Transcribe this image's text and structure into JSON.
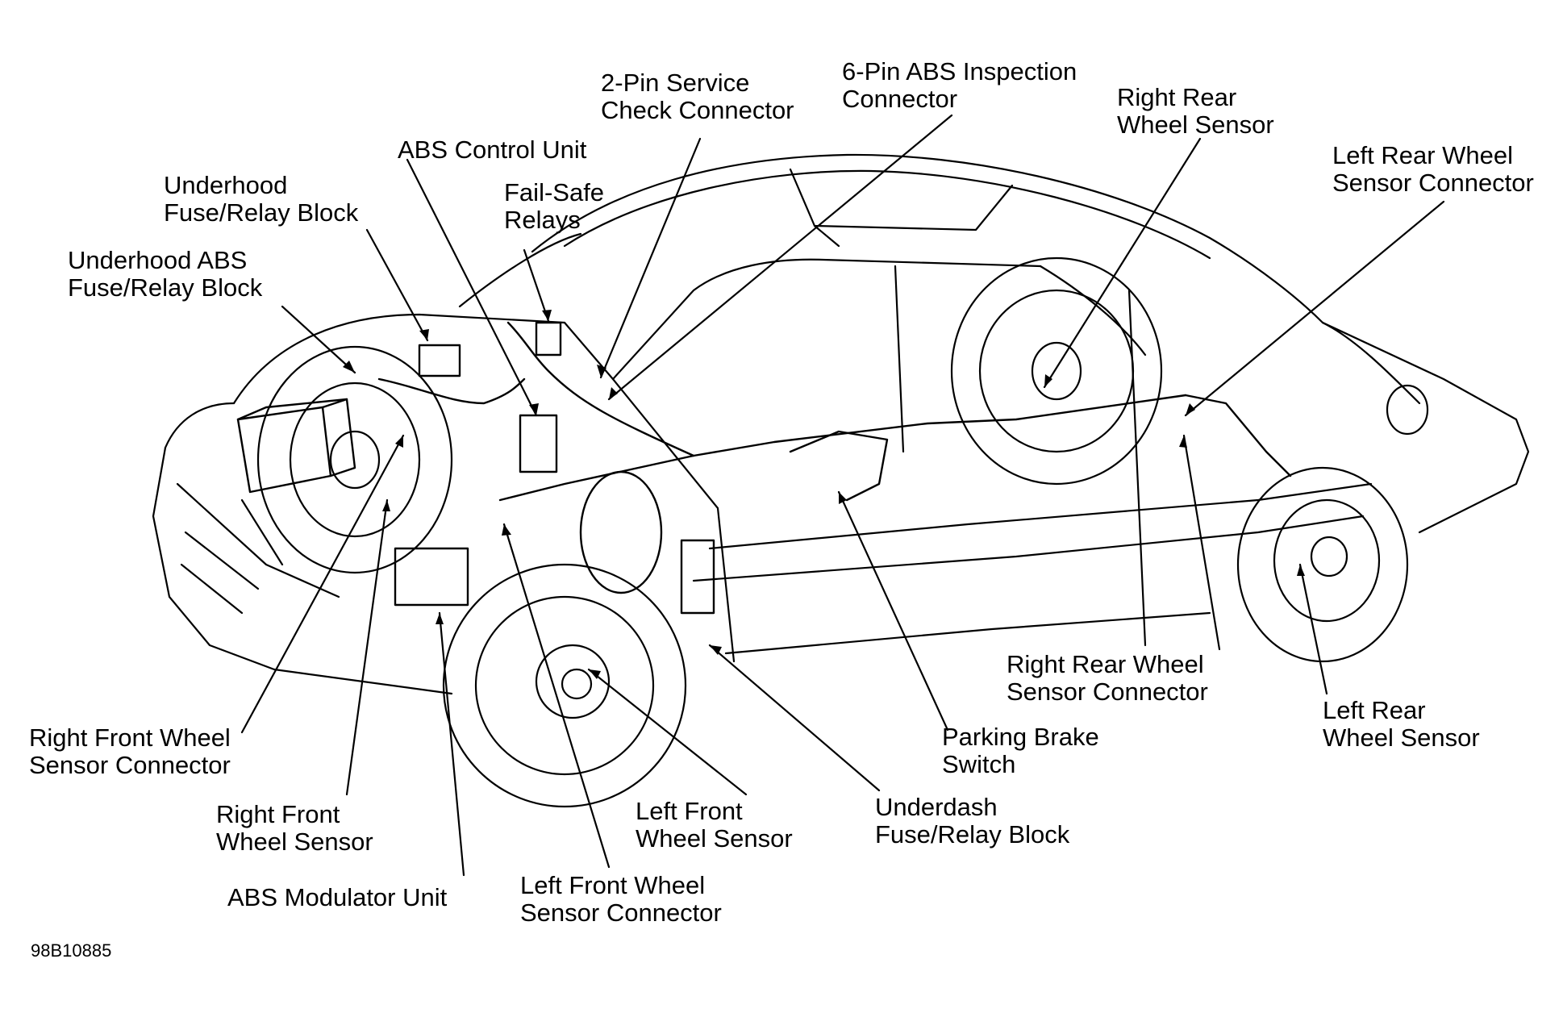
{
  "labels": {
    "two_pin": "2-Pin Service\nCheck Connector",
    "six_pin": "6-Pin ABS Inspection\nConnector",
    "right_rear_sensor": "Right Rear\nWheel Sensor",
    "left_rear_connector": "Left Rear Wheel\nSensor Connector",
    "abs_control": "ABS Control Unit",
    "underhood_fuse": "Underhood\nFuse/Relay Block",
    "fail_safe": "Fail-Safe\nRelays",
    "underhood_abs_fuse": "Underhood ABS\nFuse/Relay Block",
    "right_front_connector": "Right Front Wheel\nSensor Connector",
    "right_front_sensor": "Right Front\nWheel Sensor",
    "abs_modulator": "ABS Modulator Unit",
    "left_front_connector": "Left Front Wheel\nSensor Connector",
    "left_front_sensor": "Left Front\nWheel Sensor",
    "underdash_fuse": "Underdash\nFuse/Relay Block",
    "parking_brake": "Parking Brake\nSwitch",
    "right_rear_connector": "Right Rear Wheel\nSensor Connector",
    "left_rear_sensor": "Left Rear\nWheel Sensor"
  },
  "figure_id": "98B10885"
}
